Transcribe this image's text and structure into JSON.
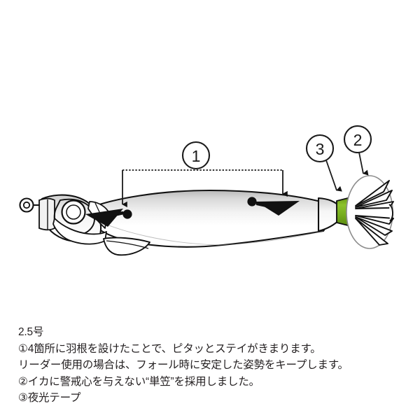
{
  "product": {
    "type": "squid-jig-egi-diagram",
    "size_label": "2.5号"
  },
  "callouts": [
    {
      "id": "1",
      "label": "1",
      "marker": "①",
      "points_to": "wing-fins",
      "description": "4箇所に羽根を設けたことで、ピタッとステイがきまります。"
    },
    {
      "id": "2",
      "label": "2",
      "marker": "②",
      "points_to": "skirt-umbrella",
      "description": "イカに警戒心を与えない“単笠”を採用しました。"
    },
    {
      "id": "3",
      "label": "3",
      "marker": "③",
      "points_to": "glow-tape-band",
      "description": "夜光テープ"
    }
  ],
  "caption": {
    "lines": [
      "2.5号",
      "①4箇所に羽根を設けたことで、ピタッとステイがきまります。",
      "リーダー使用の場合は、フォール時に安定した姿勢をキープします。",
      "②イカに警戒心を与えない“単笠”を採用しました。",
      "③夜光テープ"
    ]
  },
  "colors": {
    "background": "#ffffff",
    "outline": "#111111",
    "body_highlight": "#ffffff",
    "body_shadow": "#c9c9c9",
    "glow_tape_green": "#7ab01f",
    "glow_tape_green_dark": "#5f8f16",
    "text": "#231f20",
    "callout_stroke": "#1a1a1a"
  },
  "parts": {
    "line_tie_ring": "line-tie-ring",
    "head": "jig-head",
    "eye": "jig-eye",
    "upper_wing_fin": "upper-wing-fin",
    "mid_wing_fin": "mid-wing-fin",
    "lower_keel_fin": "lower-keel-fin",
    "glow_tape": "glow-tape-band",
    "skirt": "umbrella-skirt"
  }
}
